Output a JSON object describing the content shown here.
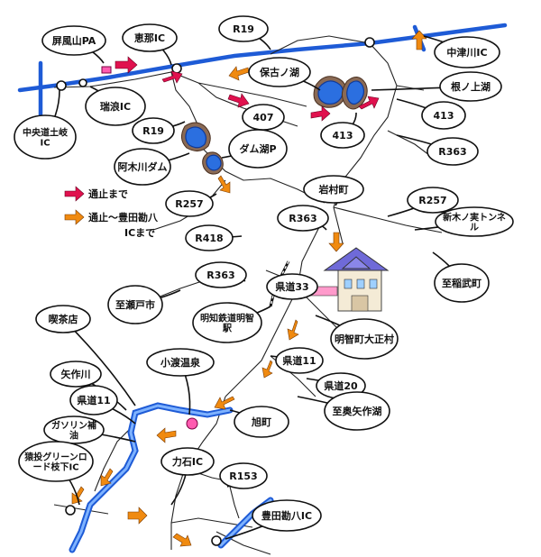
{
  "map": {
    "legend": [
      {
        "kind": "red-arrow",
        "text": "通止まで"
      },
      {
        "kind": "orange-arrow",
        "text": "通止～豊田勘八"
      },
      {
        "kind": "orange-arrow-cont",
        "text": "ICまで"
      }
    ],
    "labels": [
      {
        "id": "kozyama-pa",
        "text": "屏風山PA"
      },
      {
        "id": "ena-ic",
        "text": "恵那IC"
      },
      {
        "id": "r19-top",
        "text": "R19"
      },
      {
        "id": "nakatsugawa-ic",
        "text": "中津川IC"
      },
      {
        "id": "mizunami-ic",
        "text": "瑞浪IC"
      },
      {
        "id": "toki-ic",
        "text": "中央道土岐IC"
      },
      {
        "id": "hoko-lake",
        "text": "保古ノ湖"
      },
      {
        "id": "nekami-lake",
        "text": "根ノ上湖"
      },
      {
        "id": "r413",
        "text": "413"
      },
      {
        "id": "r19-mid",
        "text": "R19"
      },
      {
        "id": "r407",
        "text": "407"
      },
      {
        "id": "dam-p",
        "text": "ダム湖P"
      },
      {
        "id": "r413b",
        "text": "413"
      },
      {
        "id": "r363-right",
        "text": "R363"
      },
      {
        "id": "agi-dam",
        "text": "阿木川ダム"
      },
      {
        "id": "iwamura",
        "text": "岩村町"
      },
      {
        "id": "r257-right",
        "text": "R257"
      },
      {
        "id": "r257-left",
        "text": "R257"
      },
      {
        "id": "shin-kino",
        "text": "新木ノ実トンネル"
      },
      {
        "id": "r363-mid",
        "text": "R363"
      },
      {
        "id": "r418",
        "text": "R418"
      },
      {
        "id": "to-inabu",
        "text": "至稲武町"
      },
      {
        "id": "r363-left",
        "text": "R363"
      },
      {
        "id": "ken33",
        "text": "県道33"
      },
      {
        "id": "to-seto",
        "text": "至瀬戸市"
      },
      {
        "id": "akechi-station",
        "text": "明知鉄道明智駅"
      },
      {
        "id": "akechi-taisho",
        "text": "明智町大正村"
      },
      {
        "id": "kissaten",
        "text": "喫茶店"
      },
      {
        "id": "kodo-onsen",
        "text": "小渡温泉"
      },
      {
        "id": "yahagi",
        "text": "矢作川"
      },
      {
        "id": "ken11",
        "text": "県道11"
      },
      {
        "id": "ken11-left",
        "text": "県道11"
      },
      {
        "id": "ken20",
        "text": "県道20"
      },
      {
        "id": "to-yahagi-lake",
        "text": "至奥矢作湖"
      },
      {
        "id": "gas",
        "text": "ガソリン補油"
      },
      {
        "id": "hatacho",
        "text": "旭町"
      },
      {
        "id": "green-road",
        "text": "猿投グリーンロード枝下IC"
      },
      {
        "id": "r153",
        "text": "R153"
      },
      {
        "id": "ic-kaketa",
        "text": "力石IC"
      },
      {
        "id": "toyota-ic",
        "text": "豊田勘八IC"
      }
    ]
  }
}
